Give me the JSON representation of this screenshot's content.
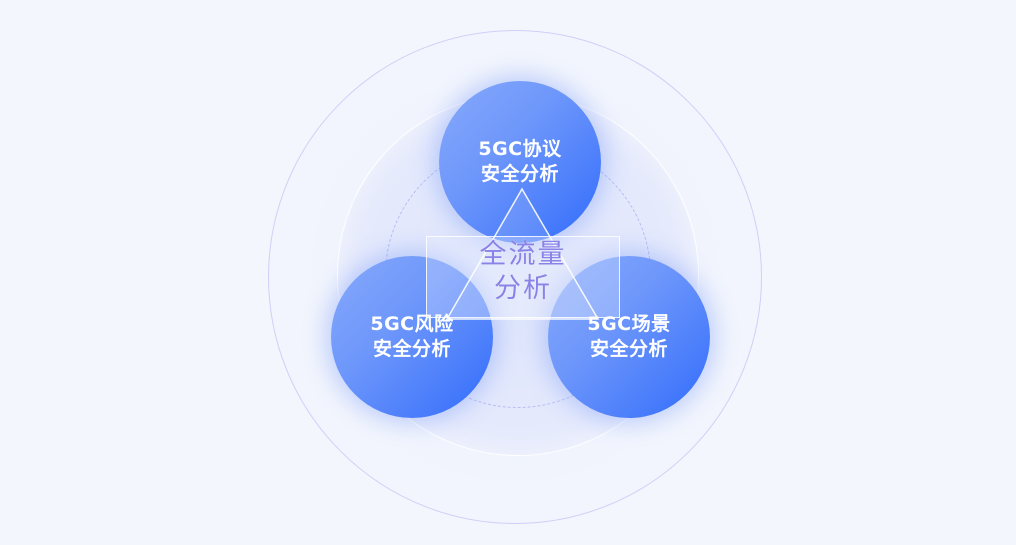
{
  "diagram": {
    "center": {
      "line1": "全流量",
      "line2": "分析"
    },
    "nodes": [
      {
        "id": "protocol",
        "line1": "5GC协议",
        "line2": "安全分析",
        "position": "top"
      },
      {
        "id": "risk",
        "line1": "5GC风险",
        "line2": "安全分析",
        "position": "bottom-left"
      },
      {
        "id": "scene",
        "line1": "5GC场景",
        "line2": "安全分析",
        "position": "bottom-right"
      }
    ],
    "colors": {
      "background": "#f3f6fd",
      "node_gradient_start": "#86a9fb",
      "node_gradient_end": "#2f6bfb",
      "outer_ring": "#cfd0f7",
      "dashed_ring": "#b8bdf3",
      "center_text": "#8a82e6",
      "node_text": "#ffffff"
    }
  }
}
